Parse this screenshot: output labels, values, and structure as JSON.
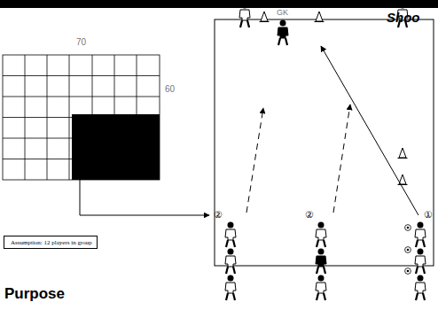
{
  "diagram": {
    "nodes": [
      {
        "text": [
          "Assumption: 12 players in group"
        ]
      }
    ],
    "labels": [
      "Shoo",
      "70",
      "60",
      "GK",
      "②",
      "②",
      "①",
      "Purpose"
    ]
  }
}
